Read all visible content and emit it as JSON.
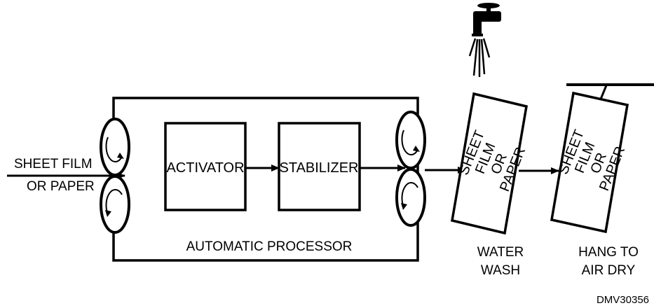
{
  "colors": {
    "ink": "#000000",
    "background": "#ffffff"
  },
  "input_label": {
    "line1": "SHEET FILM",
    "line2": "OR PAPER"
  },
  "processor": {
    "label": "AUTOMATIC PROCESSOR",
    "stages": [
      {
        "label": "ACTIVATOR"
      },
      {
        "label": "STABILIZER"
      }
    ]
  },
  "sheets": [
    {
      "lines": [
        "SHEET",
        "FILM",
        "OR",
        "PAPER"
      ]
    },
    {
      "lines": [
        "SHEET",
        "FILM",
        "OR",
        "PAPER"
      ]
    }
  ],
  "steps": {
    "wash": {
      "line1": "WATER",
      "line2": "WASH"
    },
    "dry": {
      "line1": "HANG TO",
      "line2": "AIR DRY"
    }
  },
  "icons": {
    "faucet": "water-faucet-icon",
    "roller": "roller-rotation-icon"
  },
  "figure_code": "DMV30356"
}
